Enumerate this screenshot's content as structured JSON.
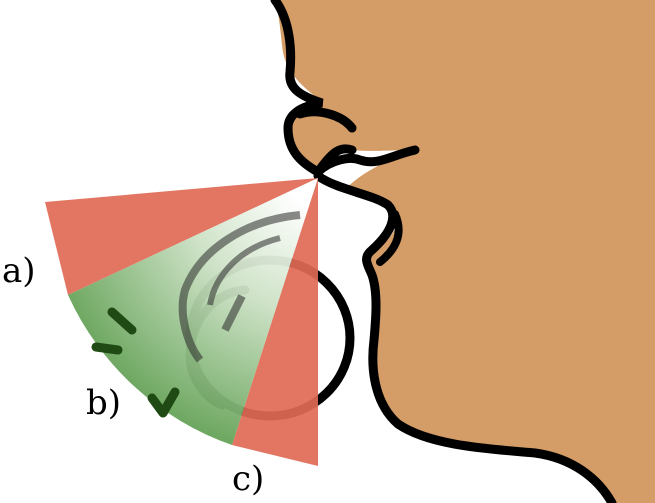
{
  "labels": {
    "a": "a)",
    "b": "b)",
    "c": "c)"
  },
  "colors": {
    "skin": "#D49C66",
    "outline": "#000000",
    "red_zone": "#E06A55",
    "green_zone": "#5E9E50",
    "check": "#1F4A14"
  }
}
